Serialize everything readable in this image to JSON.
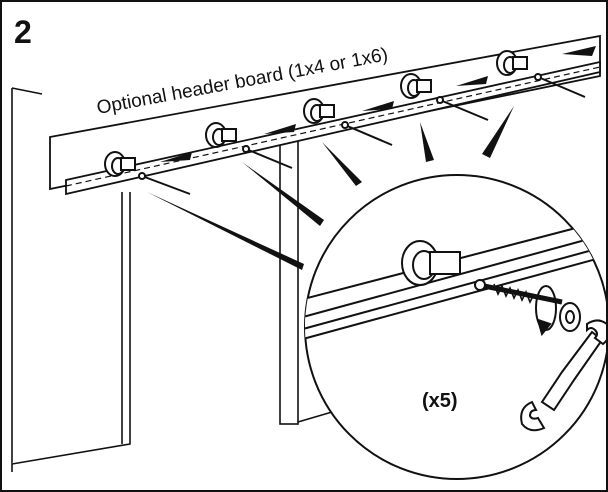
{
  "step": {
    "number": "2"
  },
  "header_board": {
    "label": "Optional header board (1x4 or 1x6)"
  },
  "detail": {
    "quantity_label": "(x5)"
  },
  "icons": [
    "wall-bracket-icon",
    "lag-screw-icon",
    "washer-icon",
    "wrench-icon",
    "rotation-arrow-icon"
  ]
}
